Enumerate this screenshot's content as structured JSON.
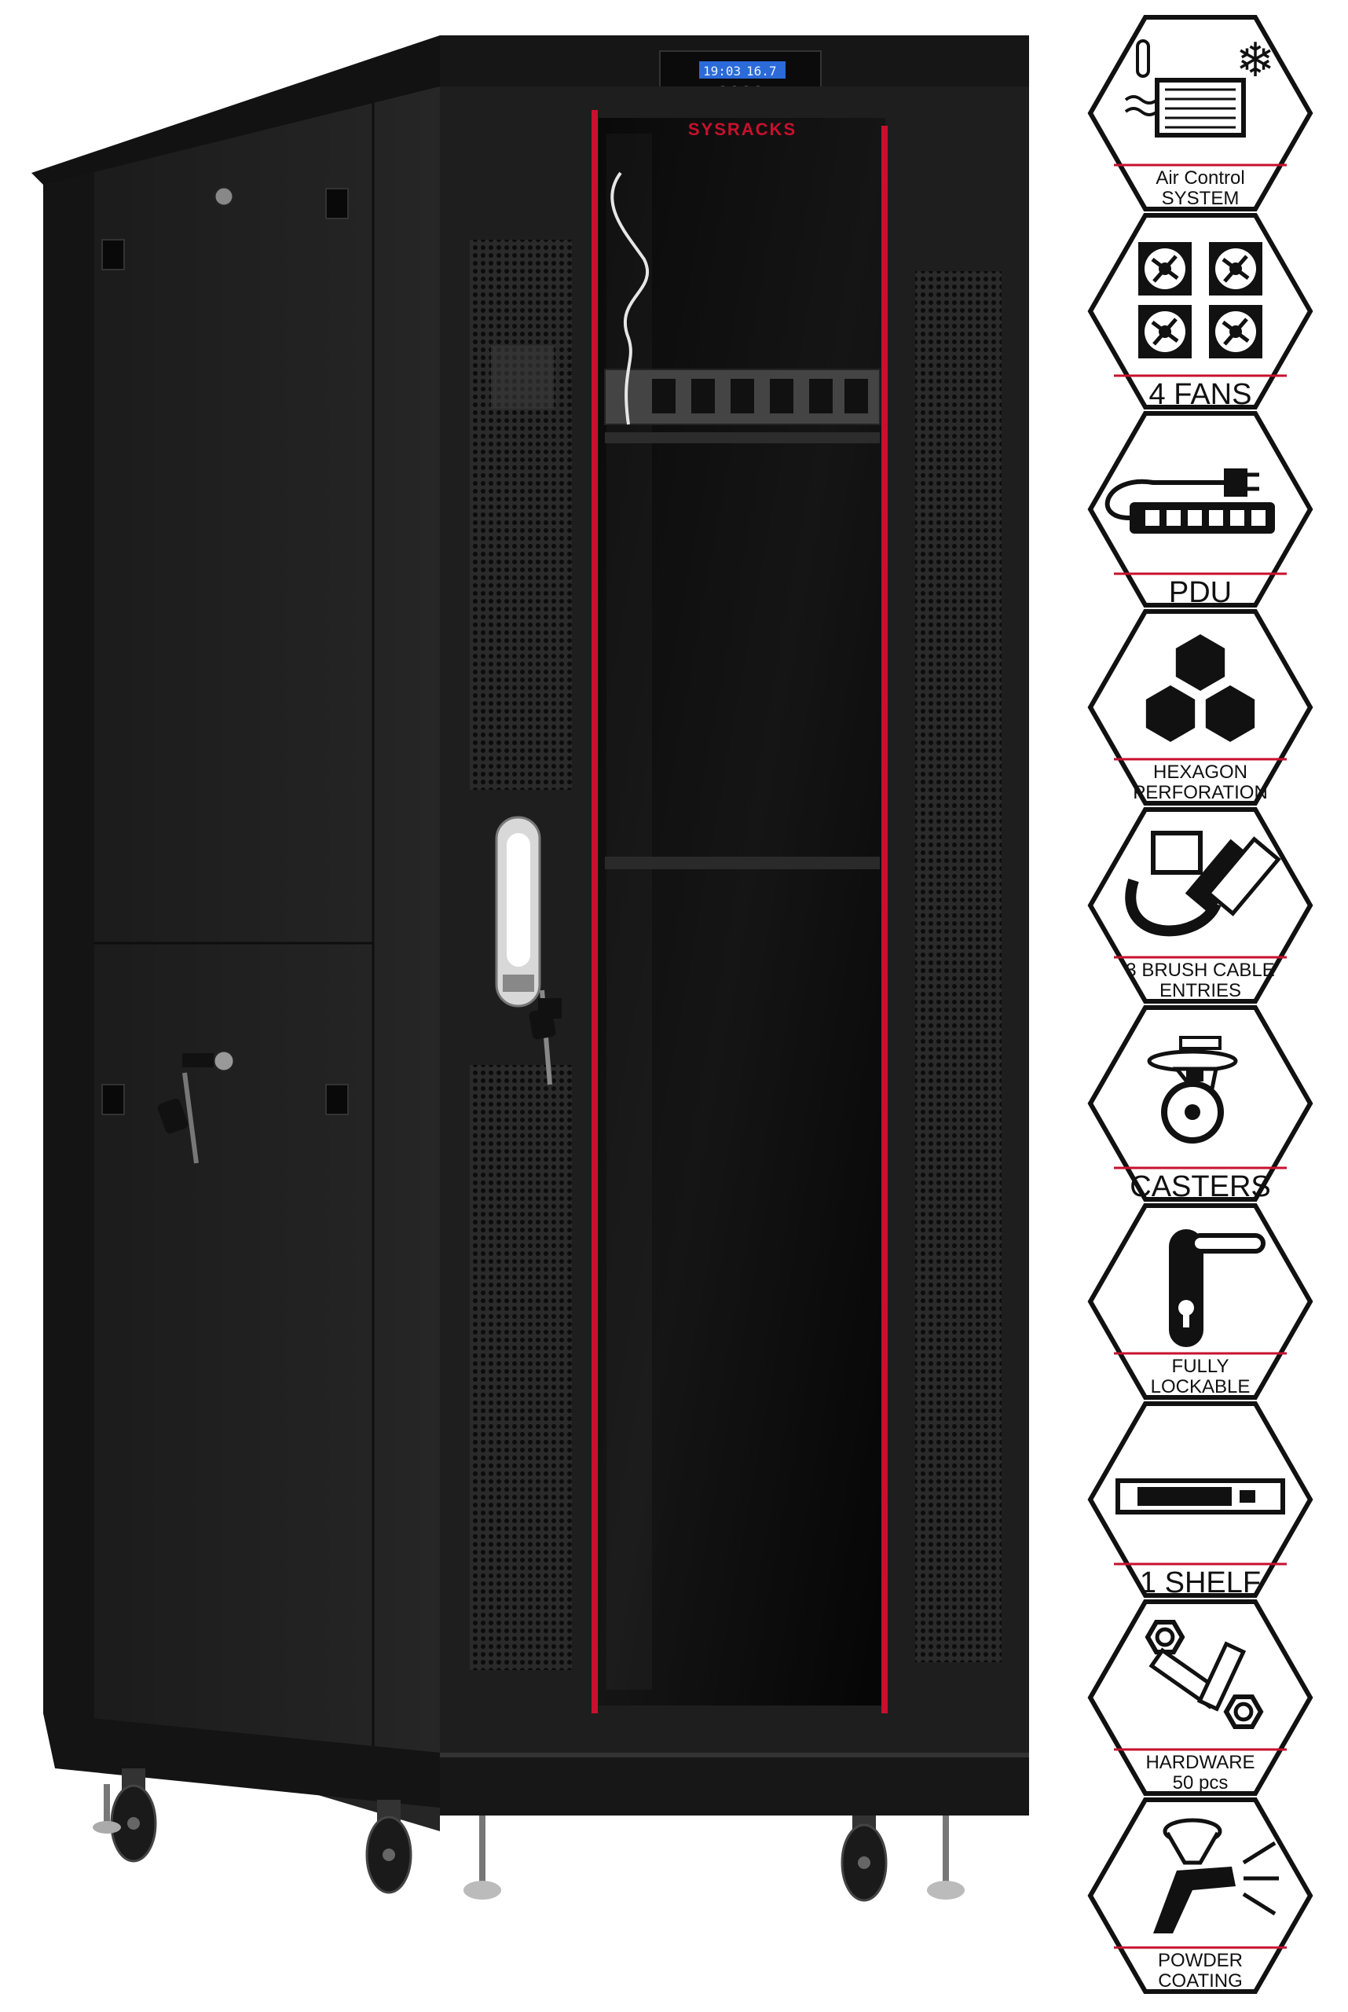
{
  "product": {
    "brand": "SYSRACKS",
    "display_time": "19:03",
    "display_temp": "16.7"
  },
  "features": [
    {
      "id": "air-control",
      "lines": [
        "Air Control",
        "SYSTEM"
      ],
      "icon": "air-control-icon"
    },
    {
      "id": "fans",
      "lines": [
        "4 FANS"
      ],
      "icon": "fans-icon"
    },
    {
      "id": "pdu",
      "lines": [
        "PDU"
      ],
      "icon": "pdu-icon"
    },
    {
      "id": "hexagon-perforation",
      "lines": [
        "HEXAGON",
        "PERFORATION"
      ],
      "icon": "hexagon-icon"
    },
    {
      "id": "brush-cable-entries",
      "lines": [
        "3 BRUSH CABLE",
        "ENTRIES"
      ],
      "icon": "cable-icon"
    },
    {
      "id": "casters",
      "lines": [
        "CASTERS"
      ],
      "icon": "caster-icon"
    },
    {
      "id": "fully-lockable",
      "lines": [
        "FULLY",
        "LOCKABLE"
      ],
      "icon": "door-handle-icon"
    },
    {
      "id": "shelf",
      "lines": [
        "1 SHELF"
      ],
      "icon": "shelf-icon"
    },
    {
      "id": "hardware",
      "lines": [
        "HARDWARE",
        "50 pcs"
      ],
      "icon": "screws-icon"
    },
    {
      "id": "powder-coating",
      "lines": [
        "POWDER",
        "COATING"
      ],
      "icon": "spray-gun-icon"
    }
  ],
  "colors": {
    "accent": "#c8102e",
    "cabinet": "#1c1c1c",
    "badge_stroke": "#111111"
  }
}
